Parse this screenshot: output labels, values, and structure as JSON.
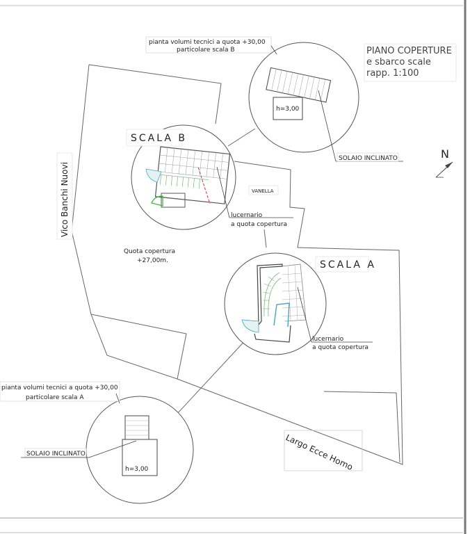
{
  "sheet": {
    "title_line1": "PIANO COPERTURE",
    "title_line2": "e sbarco scale",
    "title_line3": "rapp. 1:100",
    "north_label": "N"
  },
  "streets": {
    "vico": "Vico Banchi Nuovi",
    "largo": "Largo  Ecce Homo"
  },
  "labels": {
    "note_top_line1": "pianta volumi tecnici a quota +30,00",
    "note_top_line2": "particolare scala B",
    "note_bottom_line1": "pianta volumi tecnici a quota +30,00",
    "note_bottom_line2": "particolare scala A",
    "scala_b": "SCALA  B",
    "scala_a": "SCALA  A",
    "vanella": "VANELLA",
    "quota_line1": "Quota copertura",
    "quota_line2": "+27,00m.",
    "lucernario_b_line1": "lucernario",
    "lucernario_b_line2": "a quota copertura",
    "lucernario_a_line1": "lucernario",
    "lucernario_a_line2": "a quota copertura",
    "solaio_top": "SOLAIO INCLINATO",
    "solaio_bottom": "SOLAIO INCLINATO",
    "h_top": "h=3,00",
    "h_bottom": "h=3,00"
  },
  "colors": {
    "line": "#555555",
    "stair_green": "#7ab87a",
    "stair_cyan": "#46a8b8",
    "dash_red": "#d23a3a",
    "bright_green": "#35b835"
  }
}
